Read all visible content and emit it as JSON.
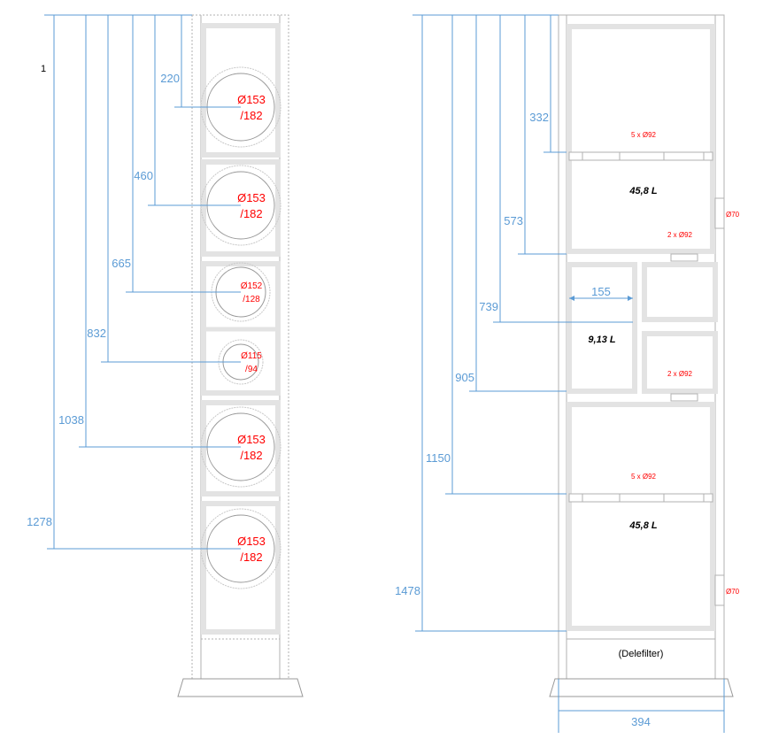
{
  "corner_label": "1",
  "colors": {
    "dimension": "#5b9bd5",
    "driver_label": "#ff0000",
    "panel": "#e3e3e3",
    "outline": "#999999",
    "text": "#000000"
  },
  "left_tower": {
    "dimensions": [
      "220",
      "460",
      "665",
      "832",
      "1038",
      "1278"
    ],
    "drivers": [
      {
        "line1": "Ø153",
        "line2": "/182"
      },
      {
        "line1": "Ø153",
        "line2": "/182"
      },
      {
        "line1": "Ø152",
        "line2": "/128"
      },
      {
        "line1": "Ø115",
        "line2": "/94"
      },
      {
        "line1": "Ø153",
        "line2": "/182"
      },
      {
        "line1": "Ø153",
        "line2": "/182"
      }
    ]
  },
  "right_tower": {
    "dimensions": [
      "332",
      "573",
      "739",
      "905",
      "1150",
      "1478"
    ],
    "inner_width": "155",
    "bottom_width": "394",
    "volumes": [
      "45,8 L",
      "9,13 L",
      "45,8 L"
    ],
    "port_labels": [
      "5 x Ø92",
      "2 x Ø92",
      "2 x Ø92",
      "5 x Ø92"
    ],
    "side_port_labels": [
      "Ø70",
      "Ø70"
    ],
    "crossover_label": "(Delefilter)"
  }
}
